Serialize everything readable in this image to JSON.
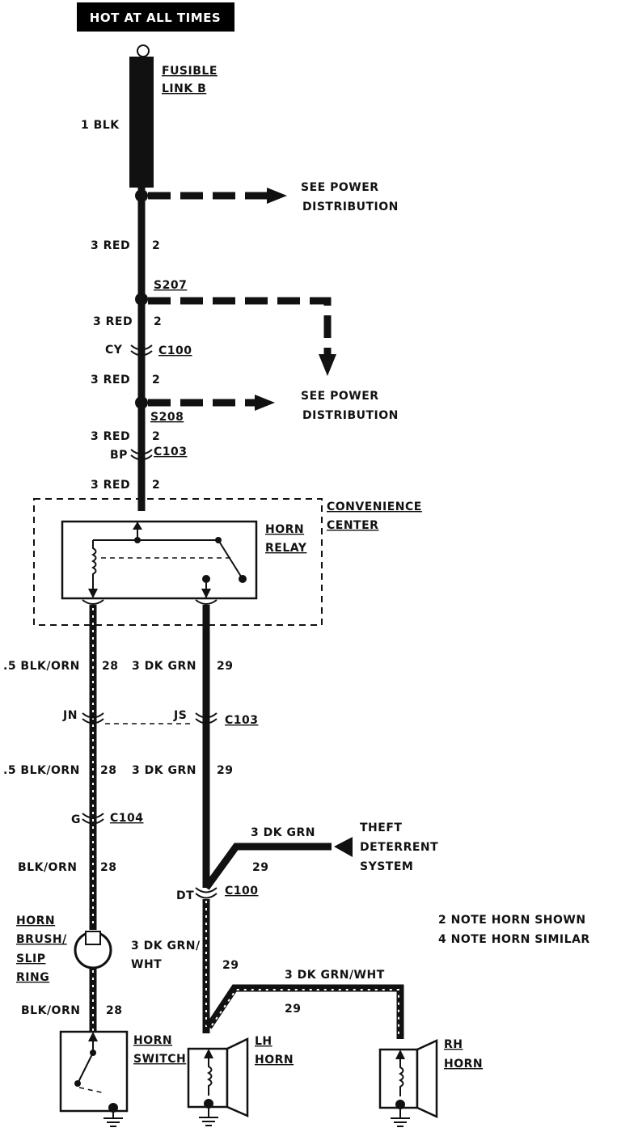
{
  "header": {
    "title": "HOT AT ALL TIMES"
  },
  "fuse": {
    "label_line1": "FUSIBLE",
    "label_line2": "LINK B",
    "wire": "1 BLK"
  },
  "power_distribution_1": {
    "line1": "SEE POWER",
    "line2": "DISTRIBUTION"
  },
  "power_distribution_2": {
    "line1": "SEE POWER",
    "line2": "DISTRIBUTION"
  },
  "main_feed": {
    "seg1": {
      "wire": "3 RED",
      "circuit": "2"
    },
    "splice1": "S207",
    "seg2": {
      "wire": "3 RED",
      "circuit": "2"
    },
    "conn1": {
      "pin": "CY",
      "name": "C100"
    },
    "seg3": {
      "wire": "3 RED",
      "circuit": "2"
    },
    "splice2": "S208",
    "seg4": {
      "wire": "3 RED",
      "circuit": "2"
    },
    "conn2": {
      "pin": "BP",
      "name": "C103"
    },
    "seg5": {
      "wire": "3 RED",
      "circuit": "2"
    }
  },
  "convenience_center": {
    "line1": "CONVENIENCE",
    "line2": "CENTER"
  },
  "horn_relay": {
    "line1": "HORN",
    "line2": "RELAY"
  },
  "left_branch": {
    "seg1": {
      "wire": ".5 BLK/ORN",
      "circuit": "28"
    },
    "conn1": {
      "pin": "JN"
    },
    "seg2": {
      "wire": ".5 BLK/ORN",
      "circuit": "28"
    },
    "conn2": {
      "pin": "G",
      "name": "C104"
    },
    "seg3": {
      "wire": "BLK/ORN",
      "circuit": "28"
    },
    "brush": {
      "line1": "HORN",
      "line2": "BRUSH/",
      "line3": "SLIP",
      "line4": "RING"
    },
    "seg4": {
      "wire": "BLK/ORN",
      "circuit": "28"
    },
    "switch": {
      "line1": "HORN",
      "line2": "SWITCH"
    }
  },
  "right_branch": {
    "seg1": {
      "wire": "3 DK GRN",
      "circuit": "29"
    },
    "conn1": {
      "pin": "JS",
      "name": "C103"
    },
    "seg2": {
      "wire": "3 DK GRN",
      "circuit": "29"
    },
    "theft": {
      "wire": "3 DK GRN",
      "circuit": "29",
      "line1": "THEFT",
      "line2": "DETERRENT",
      "line3": "SYSTEM"
    },
    "conn2": {
      "pin": "DT",
      "name": "C100"
    },
    "seg3": {
      "wire_line1": "3 DK GRN/",
      "wire_line2": "WHT",
      "circuit": "29"
    },
    "rh_feed": {
      "wire": "3 DK GRN/WHT",
      "circuit": "29"
    },
    "lh_horn": {
      "line1": "LH",
      "line2": "HORN"
    },
    "rh_horn": {
      "line1": "RH",
      "line2": "HORN"
    }
  },
  "note": {
    "line1": "2 NOTE HORN SHOWN",
    "line2": "4 NOTE HORN SIMILAR"
  }
}
